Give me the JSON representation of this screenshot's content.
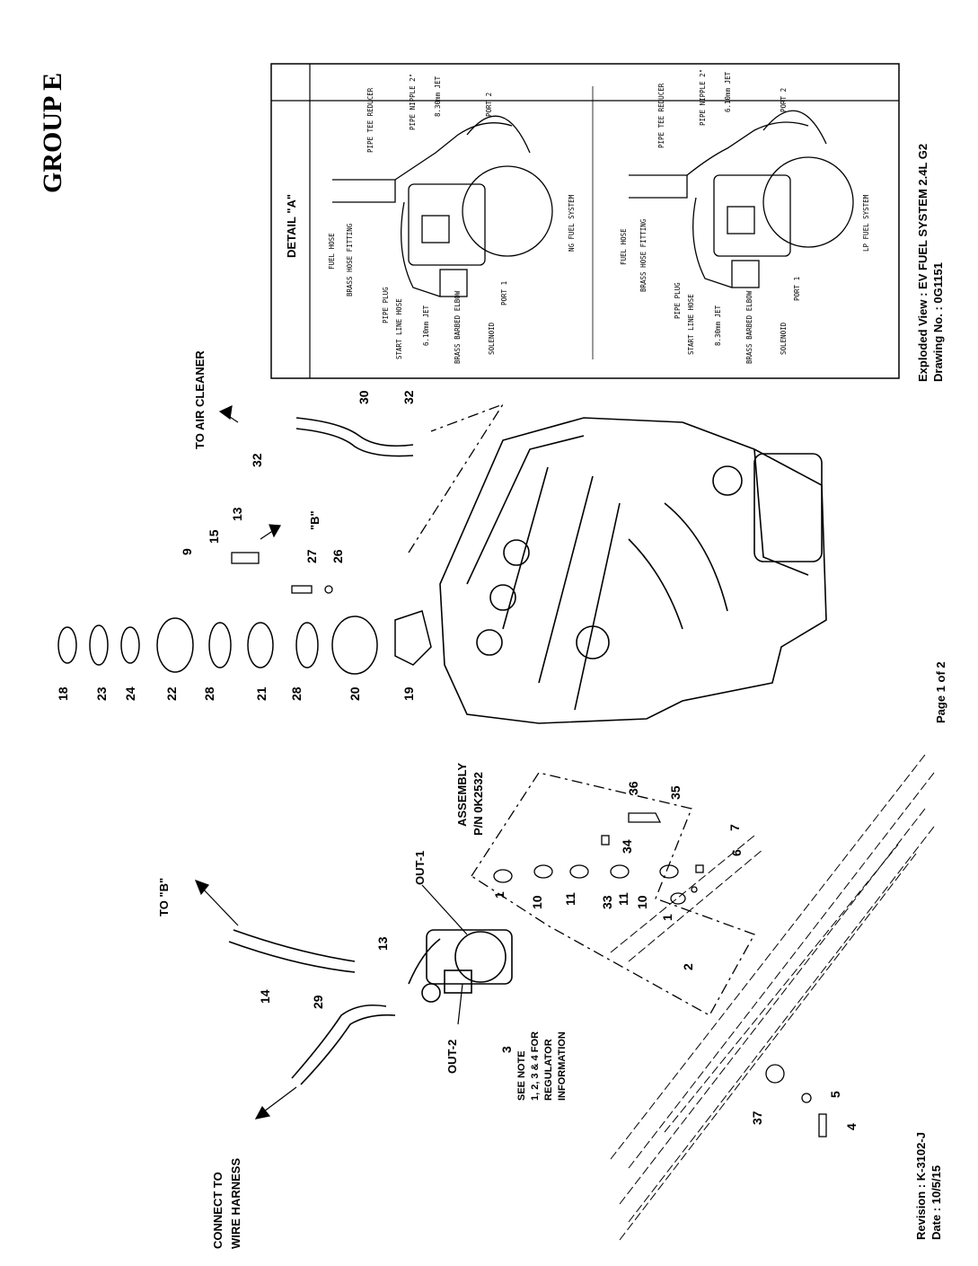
{
  "group_title": "GROUP E",
  "page_number": "Page 1 of 2",
  "revision": "Revision : K-3102-J",
  "date": "Date : 10/5/15",
  "view_title": "Exploded View : EV FUEL SYSTEM 2.4L G2",
  "drawing_no": "Drawing No. : 0G1151",
  "detail": {
    "title": "DETAIL \"A\"",
    "ng": {
      "system": "NG FUEL SYSTEM",
      "labels": [
        "FUEL HOSE",
        "BRASS HOSE FITTING",
        "PIPE PLUG",
        "START LINE HOSE",
        "6.10mm JET",
        "BRASS BARBED ELBOW",
        "SOLENOID",
        "PORT 1",
        "PIPE TEE REDUCER",
        "PIPE NIPPLE 2\"",
        "8.30mm JET",
        "PORT 2"
      ]
    },
    "lp": {
      "system": "LP FUEL SYSTEM",
      "labels": [
        "FUEL HOSE",
        "BRASS HOSE FITTING",
        "PIPE PLUG",
        "START LINE HOSE",
        "8.30mm JET",
        "BRASS BARBED ELBOW",
        "SOLENOID",
        "PORT 1",
        "PIPE TEE REDUCER",
        "PIPE NIPPLE 2\"",
        "6.10mm JET",
        "PORT 2"
      ]
    }
  },
  "callouts": {
    "to_air_cleaner": "TO AIR CLEANER",
    "to_b": "TO \"B\"",
    "b_marker": "\"B\"",
    "out1": "OUT-1",
    "out2": "OUT-2",
    "assembly": "ASSEMBLY",
    "assembly_pn": "P/N 0K2532",
    "connect_to": "CONNECT TO",
    "wire_harness": "WIRE HARNESS",
    "see_note": "SEE NOTE",
    "note_nums": "1, 2, 3 & 4 FOR",
    "regulator": "REGULATOR",
    "information": "INFORMATION"
  },
  "part_numbers": [
    "1",
    "1",
    "2",
    "3",
    "4",
    "5",
    "6",
    "7",
    "9",
    "10",
    "10",
    "11",
    "11",
    "13",
    "13",
    "14",
    "15",
    "18",
    "19",
    "20",
    "21",
    "22",
    "23",
    "24",
    "26",
    "27",
    "28",
    "28",
    "29",
    "30",
    "32",
    "32",
    "33",
    "34",
    "35",
    "36",
    "37"
  ]
}
